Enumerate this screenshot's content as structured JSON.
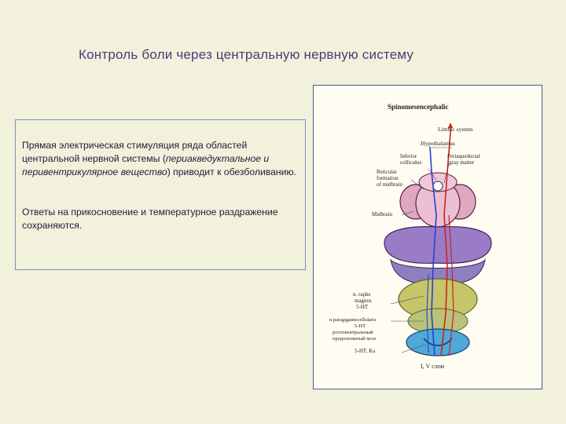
{
  "slide": {
    "title": "Контроль боли через центральную нервную систему"
  },
  "textbox": {
    "p1_a": "Прямая электрическая стимуляция ряда областей центральной нервной системы (",
    "p1_em": "периакведуктальное и перивентрикулярное вещество",
    "p1_b": ") приводит к обезболиванию.",
    "p2": "Ответы на прикосновение и температурное раздражение сохраняются."
  },
  "figure": {
    "heading": "Spinomesencephalic",
    "labels": {
      "limbic": "Limbic system",
      "hypothalamus": "Hypothalamus",
      "inferior1": "Inferior",
      "inferior2": "colliculus",
      "periaq1": "Periaqueductal",
      "periaq2": "gray matter",
      "retic1": "Reticular",
      "retic2": "formation",
      "retic3": "of midbrain",
      "midbrain": "Midbrain",
      "raphe1": "n. raphe",
      "raphe2": "magnus",
      "raphe3": "5-HT",
      "pgc1": "n.paragigantocellularis",
      "pgc2": "5-HT",
      "rus1": "ростовентральный",
      "rus2": "продолговатый мозг",
      "rus3": "5-HT, Ka",
      "layer": "I, V слои"
    },
    "colors": {
      "midbrain": "#e7b3c6",
      "pons": "#9b7fc4",
      "ponsLower": "#b0c46f",
      "medulla": "#d9c86a",
      "spinal": "#5ab0dc",
      "redPath": "#d22020",
      "bluePath": "#2a3fd0"
    }
  }
}
